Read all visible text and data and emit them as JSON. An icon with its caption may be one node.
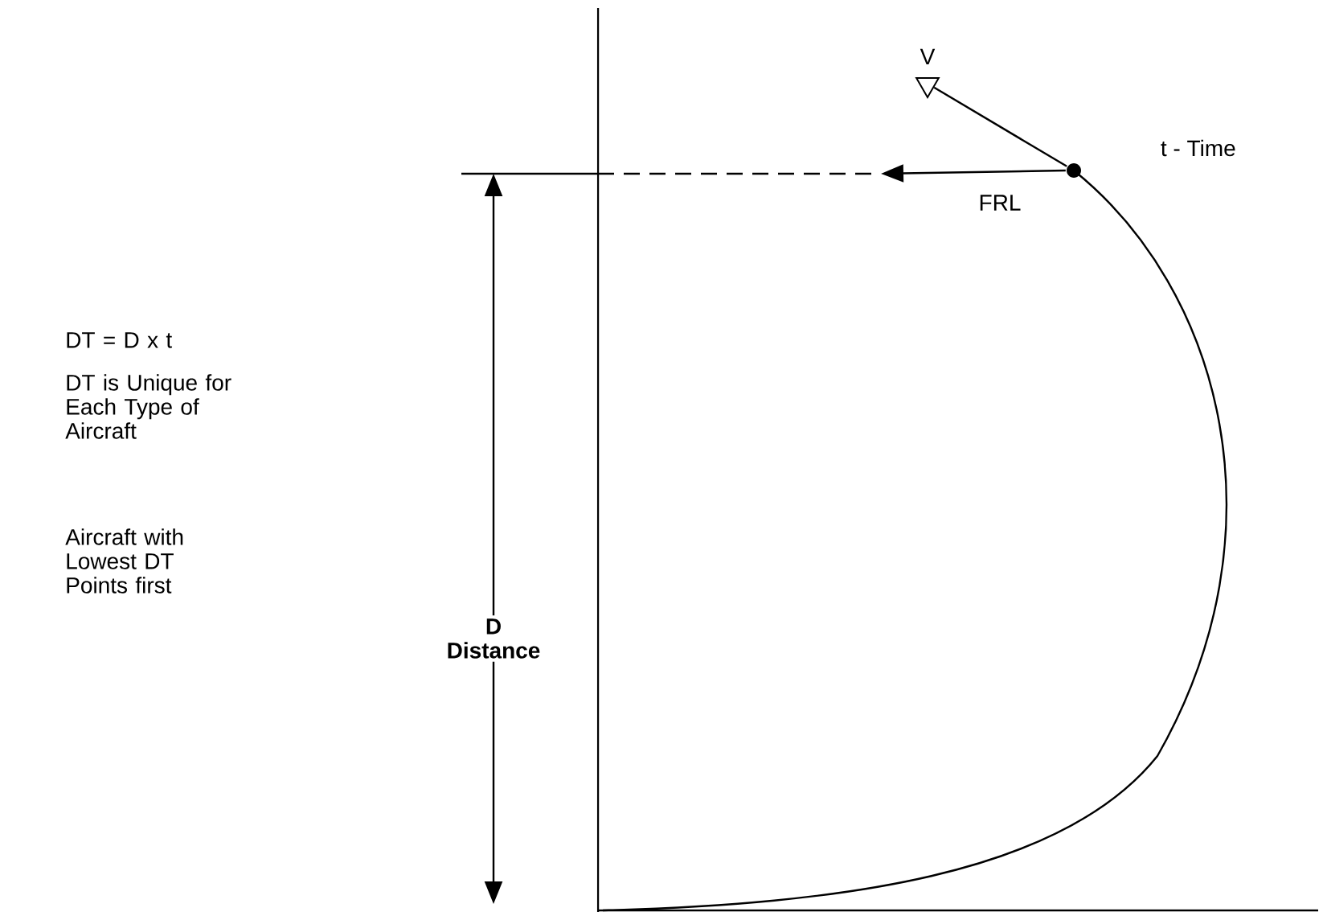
{
  "diagram": {
    "nodes": [
      {
        "text": [
          "V"
        ]
      },
      {
        "text": [],
        "shape": "circle",
        "beside": [
          "t - Time"
        ]
      }
    ],
    "edges": [
      {
        "from": 1,
        "to": 0,
        "arrow": "none"
      },
      {
        "from": 1,
        "to": null,
        "arrow": "to",
        "label": "FRL"
      }
    ],
    "labels": [
      "DT = D x t",
      "DT is Unique for Each Type of Aircraft",
      "Aircraft with Lowest DT Points first",
      "D",
      "Distance"
    ]
  }
}
